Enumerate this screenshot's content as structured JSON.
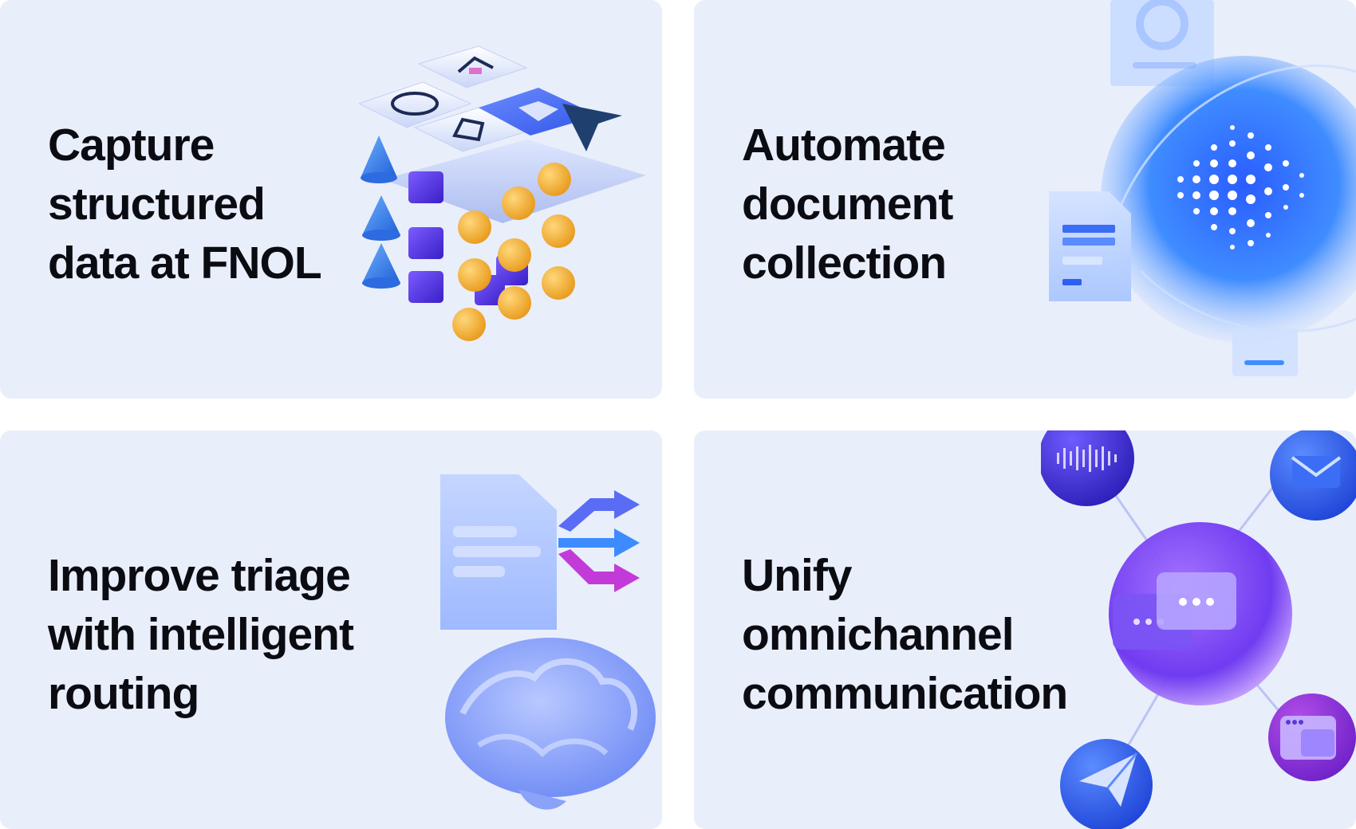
{
  "cards": [
    {
      "lines": [
        "Capture",
        "structured",
        "data at FNOL"
      ],
      "illustration": "data-grid-illustration"
    },
    {
      "lines": [
        "Automate",
        "document",
        "collection"
      ],
      "illustration": "document-sphere-illustration"
    },
    {
      "lines": [
        "Improve triage",
        "with intelligent",
        "routing"
      ],
      "illustration": "brain-routing-illustration"
    },
    {
      "lines": [
        "Unify",
        "omnichannel",
        "communication"
      ],
      "illustration": "omnichannel-network-illustration"
    }
  ],
  "colors": {
    "card_bg": "#e9eefb",
    "text": "#0b0b12",
    "accent_blue": "#2f6df6",
    "accent_purple": "#6b3df0",
    "accent_orange": "#f4a928"
  }
}
